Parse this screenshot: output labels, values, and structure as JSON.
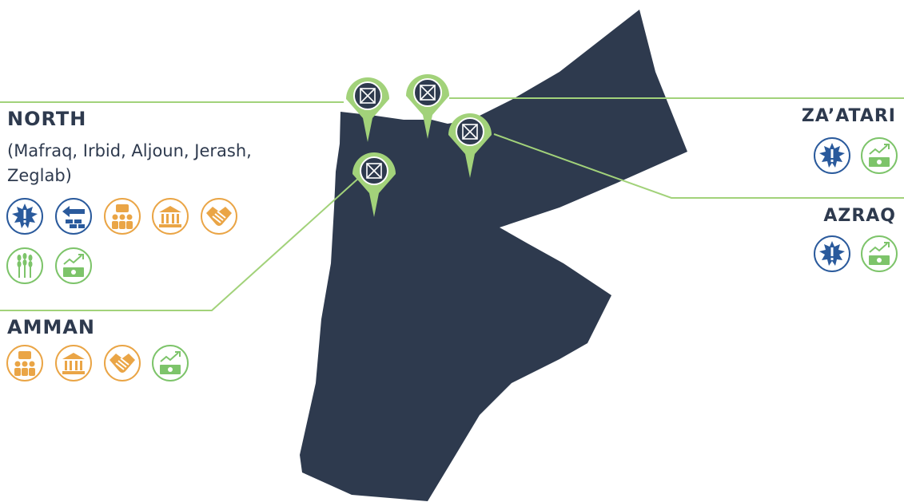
{
  "colors": {
    "map_fill": "#2e3a4e",
    "pin": "#a2d27a",
    "leader_line": "#a2d27a",
    "label_text": "#2e3a4e",
    "icon_blue": "#2a5a9c",
    "icon_orange": "#eaa546",
    "icon_green": "#7dc46a"
  },
  "regions": {
    "north": {
      "title": "NORTH",
      "subtitle_line1": "(Mafraq, Irbid, Aljoun, Jerash,",
      "subtitle_line2": "Zeglab)",
      "icons": [
        "alert-icon",
        "transfer-icon",
        "community-icon",
        "government-icon",
        "partnership-icon",
        "agriculture-icon",
        "economy-icon"
      ]
    },
    "amman": {
      "title": "AMMAN",
      "icons": [
        "community-icon",
        "government-icon",
        "partnership-icon",
        "economy-icon"
      ]
    },
    "zaatari": {
      "title": "ZA’ATARI",
      "icons": [
        "alert-icon",
        "economy-icon"
      ]
    },
    "azraq": {
      "title": "AZRAQ",
      "icons": [
        "alert-icon",
        "economy-icon"
      ]
    }
  },
  "map_pins": [
    "network-pin",
    "network-pin",
    "network-pin",
    "network-pin"
  ]
}
